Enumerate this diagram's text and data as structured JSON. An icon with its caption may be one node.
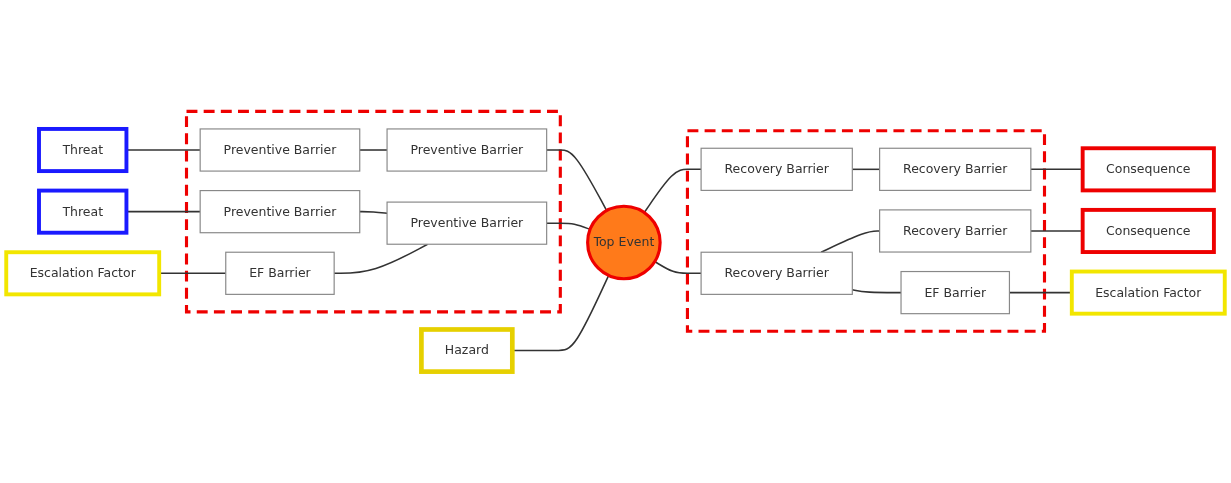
{
  "diagram": {
    "nodes": [
      {
        "text": [
          "Hazard"
        ]
      },
      {
        "text": [
          "Threat"
        ]
      },
      {
        "text": [
          "Threat"
        ]
      },
      {
        "text": [
          "Escalation Factor"
        ]
      },
      {
        "text": [],
        "shape": "box"
      },
      {
        "text": [
          "Preventive Barrier"
        ],
        "in": 4
      },
      {
        "text": [
          "Preventive Barrier"
        ],
        "in": 4
      },
      {
        "text": [
          "Preventive Barrier"
        ],
        "in": 4
      },
      {
        "text": [
          "Preventive Barrier"
        ],
        "in": 4
      },
      {
        "text": [
          "EF Barrier"
        ],
        "in": 4
      },
      {
        "text": [
          "Top Event"
        ]
      },
      {
        "text": [],
        "shape": "box"
      },
      {
        "text": [
          "Recovery Barrier"
        ],
        "in": 11
      },
      {
        "text": [
          "Recovery Barrier"
        ],
        "in": 11
      },
      {
        "text": [
          "Recovery Barrier"
        ],
        "in": 11
      },
      {
        "text": [
          "Recovery Barrier"
        ],
        "in": 11
      },
      {
        "text": [
          "EF Barrier"
        ],
        "in": 11
      },
      {
        "text": [
          "Consequence"
        ]
      },
      {
        "text": [
          "Consequence"
        ]
      },
      {
        "text": [
          "Escalation Factor"
        ]
      }
    ],
    "edges": [
      {
        "from": 1,
        "to": 5,
        "arrow": "none"
      },
      {
        "from": 5,
        "to": 6,
        "arrow": "none"
      },
      {
        "from": 6,
        "to": 10,
        "arrow": "none"
      },
      {
        "from": 2,
        "to": 7,
        "arrow": "none"
      },
      {
        "from": 7,
        "to": 8,
        "arrow": "none"
      },
      {
        "from": 8,
        "to": 10,
        "arrow": "none"
      },
      {
        "from": 3,
        "to": 9,
        "arrow": "none"
      },
      {
        "from": 9,
        "to": 8,
        "arrow": "none"
      },
      {
        "from": 0,
        "to": 10,
        "arrow": "none"
      },
      {
        "from": 10,
        "to": 12,
        "arrow": "none"
      },
      {
        "from": 12,
        "to": 13,
        "arrow": "none"
      },
      {
        "from": 13,
        "to": 17,
        "arrow": "none"
      },
      {
        "from": 10,
        "to": 14,
        "arrow": "none"
      },
      {
        "from": 14,
        "to": 15,
        "arrow": "none"
      },
      {
        "from": 15,
        "to": 18,
        "arrow": "none"
      },
      {
        "from": 14,
        "to": 16,
        "arrow": "none"
      },
      {
        "from": 16,
        "to": 19,
        "arrow": "none"
      }
    ]
  }
}
